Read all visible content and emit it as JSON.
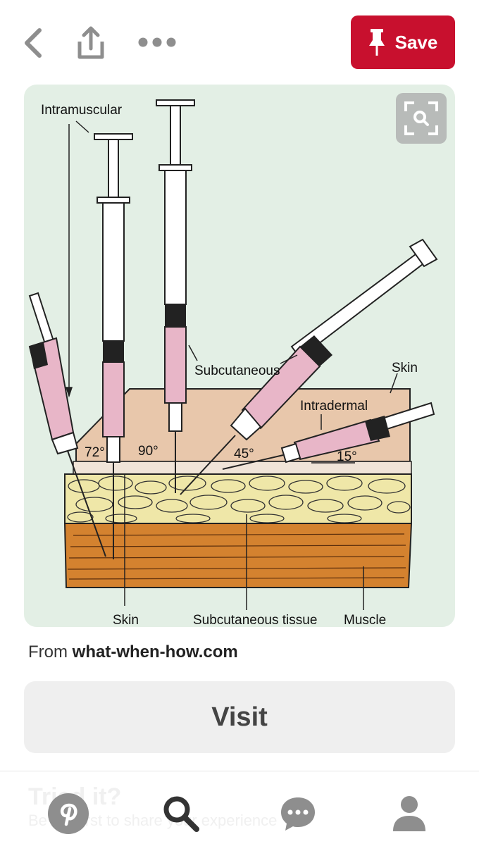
{
  "topbar": {
    "back_icon": "chevron-left-icon",
    "share_icon": "share-upload-icon",
    "more_icon": "more-dots-icon",
    "save_label": "Save",
    "save_color": "#c8102e"
  },
  "pin": {
    "diagram": {
      "labels": {
        "intramuscular": "Intramuscular",
        "subcutaneous": "Subcutaneous",
        "skin_top": "Skin",
        "intradermal": "Intradermal",
        "angle_72": "72°",
        "angle_90": "90°",
        "angle_45": "45°",
        "angle_15": "15°",
        "skin_bottom": "Skin",
        "subcutaneous_tissue": "Subcutaneous tissue",
        "muscle": "Muscle"
      }
    },
    "source_prefix": "From",
    "source_domain": "what-when-how.com",
    "visit_label": "Visit"
  },
  "ghost": {
    "title": "Tried it?",
    "subtitle": "Be the first to share your experience"
  },
  "bottom_nav": {
    "home_icon": "pinterest-logo-icon",
    "search_icon": "search-icon",
    "messages_icon": "chat-bubble-icon",
    "profile_icon": "profile-icon",
    "icon_color": "#8e8e8e",
    "active_color": "#333333"
  }
}
